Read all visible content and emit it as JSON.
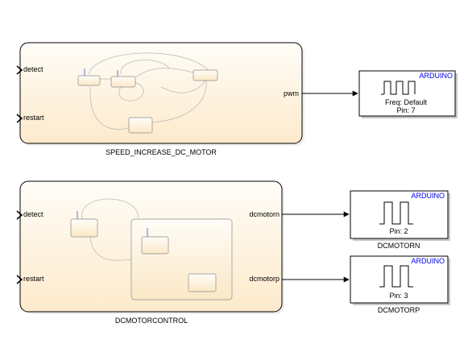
{
  "diagram": {
    "chart1": {
      "name": "SPEED_INCREASE_DC_MOTOR",
      "inputs": [
        "detect",
        "restart"
      ],
      "output": "pwm"
    },
    "chart2": {
      "name": "DCMOTORCONTROL",
      "inputs": [
        "detect",
        "restart"
      ],
      "outputs": [
        "dcmotorn",
        "dcmotorp"
      ]
    },
    "pwm_block": {
      "brand": "ARDUINO",
      "freq": "Freq: Default",
      "pin": "Pin: 7"
    },
    "dcmotorn_block": {
      "brand": "ARDUINO",
      "pin": "Pin: 2",
      "name": "DCMOTORN"
    },
    "dcmotorp_block": {
      "brand": "ARDUINO",
      "pin": "Pin: 3",
      "name": "DCMOTORP"
    }
  },
  "colors": {
    "chart_fill_top": "#fffdf7",
    "chart_fill_bottom": "#fdebc8",
    "chart_border": "#000000",
    "brand_text": "#0000ee",
    "state_stroke": "#999999"
  }
}
